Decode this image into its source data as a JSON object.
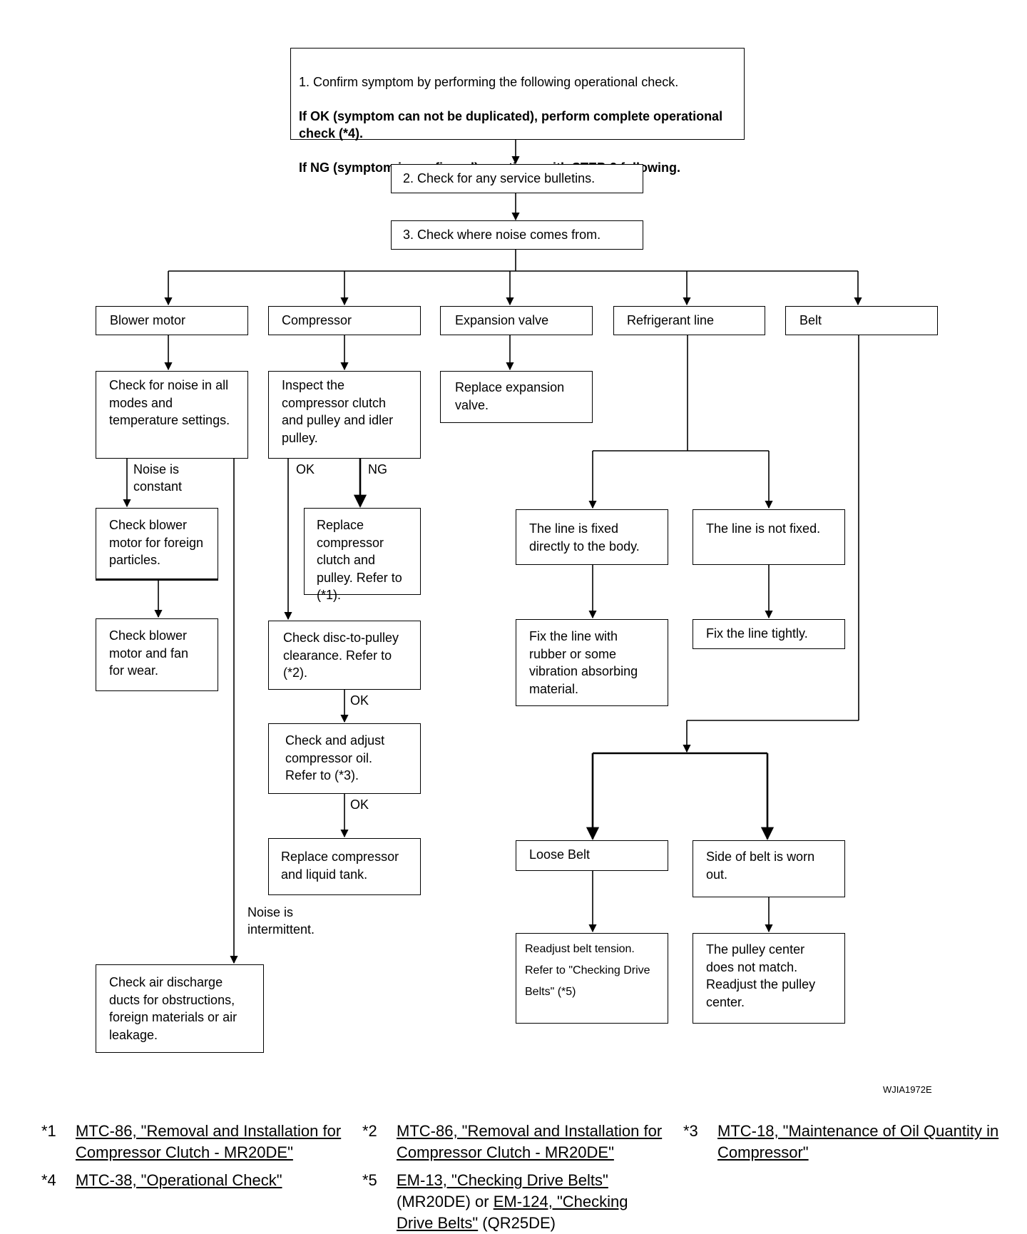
{
  "steps": {
    "s1": {
      "line1": "1. Confirm symptom by performing the following operational check.",
      "line2": "If OK (symptom can not be duplicated), perform complete operational check (*4).",
      "line3": "If NG (symptom is confirmed), continue with STEP-2 following."
    },
    "s2": "2. Check for any service bulletins.",
    "s3": "3. Check where noise comes from."
  },
  "sources": {
    "blower": "Blower motor",
    "compressor": "Compressor",
    "expansion": "Expansion valve",
    "refrigerant": "Refrigerant line",
    "belt": "Belt"
  },
  "blower": {
    "check_noise": "Check for noise in all modes and temperature settings.",
    "constant_label": "Noise is constant",
    "check_particles": "Check blower motor for foreign particles.",
    "check_wear": "Check blower motor and fan for wear.",
    "intermittent_label": "Noise is intermittent.",
    "check_ducts": "Check air discharge ducts for obstructions, foreign materials or air leakage."
  },
  "compressor": {
    "inspect": "Inspect the compressor clutch and pulley and idler pulley.",
    "ok": "OK",
    "ng": "NG",
    "replace_clutch": "Replace compressor clutch and pulley. Refer to (*1).",
    "check_disc": "Check disc-to-pulley clearance. Refer to (*2).",
    "ok2": "OK",
    "check_oil": "Check and adjust compressor oil. Refer to (*3).",
    "ok3": "OK",
    "replace_tank": "Replace compressor and liquid tank."
  },
  "expansion": {
    "replace": "Replace expansion valve."
  },
  "refrigerant": {
    "fixed": "The line is fixed directly to the body.",
    "not_fixed": "The line is not fixed.",
    "fix_rubber": "Fix the line with rubber or some vibration absorbing material.",
    "fix_tight": "Fix the line tightly."
  },
  "belt": {
    "loose": "Loose Belt",
    "worn": "Side of belt is worn out.",
    "readjust": "Readjust belt tension. Refer to \"Checking Drive Belts\" (*5)",
    "pulley": "The pulley center does not match. Readjust the pulley center."
  },
  "figure_code": "WJIA1972E",
  "footnotes": [
    {
      "marker": "*1",
      "link": "MTC-86, \"Removal and Installation for Compressor Clutch - MR20DE\""
    },
    {
      "marker": "*2",
      "link": "MTC-86, \"Removal and Installation for Compressor Clutch - MR20DE\""
    },
    {
      "marker": "*3",
      "link": "MTC-18, \"Maintenance of Oil Quantity in Compressor\""
    },
    {
      "marker": "*4",
      "link": "MTC-38, \"Operational Check\""
    },
    {
      "marker": "*5",
      "link1": "EM-13, \"Checking Drive Belts\"",
      "text1": " (MR20DE) or ",
      "link2": "EM-124, \"Checking Drive Belts\"",
      "text2": " (QR25DE)"
    }
  ]
}
